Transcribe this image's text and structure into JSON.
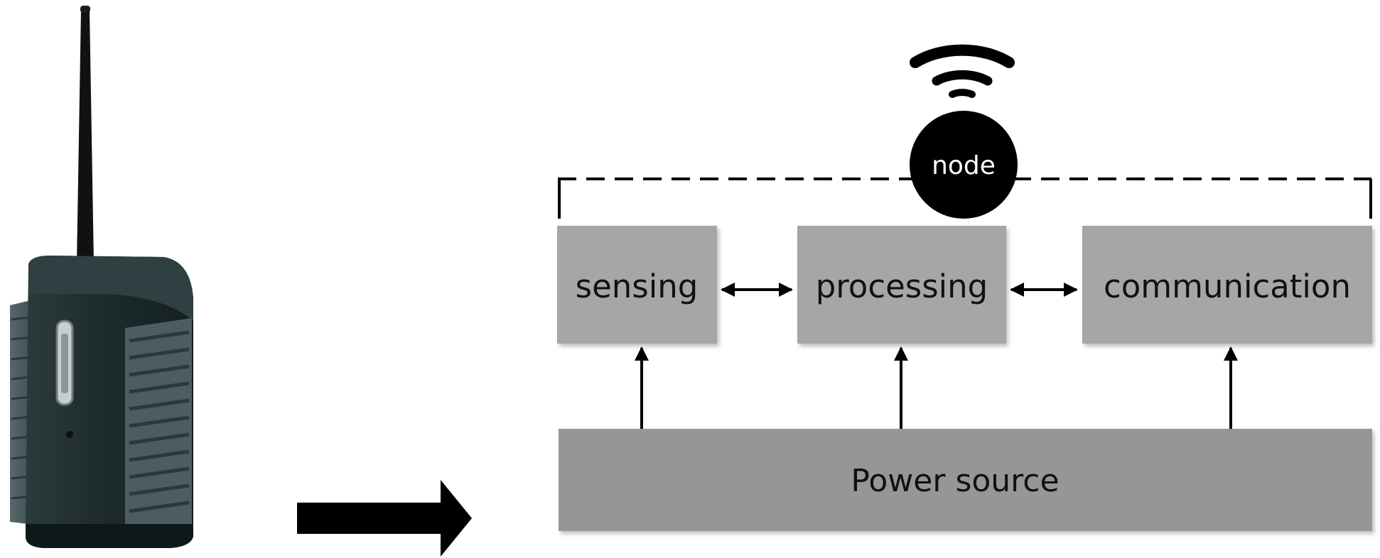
{
  "diagram": {
    "node_label": "node",
    "blocks": {
      "sensing": "sensing",
      "processing": "processing",
      "communication": "communication"
    },
    "power_source": "Power source"
  },
  "icons": {
    "wifi": "wifi-signal-icon",
    "device": "wireless-sensor-device-icon",
    "flow_arrow": "right-arrow-icon"
  },
  "colors": {
    "block_fill": "#a6a6a6",
    "power_fill": "#969696",
    "node_fill": "#000000",
    "line": "#000000"
  }
}
